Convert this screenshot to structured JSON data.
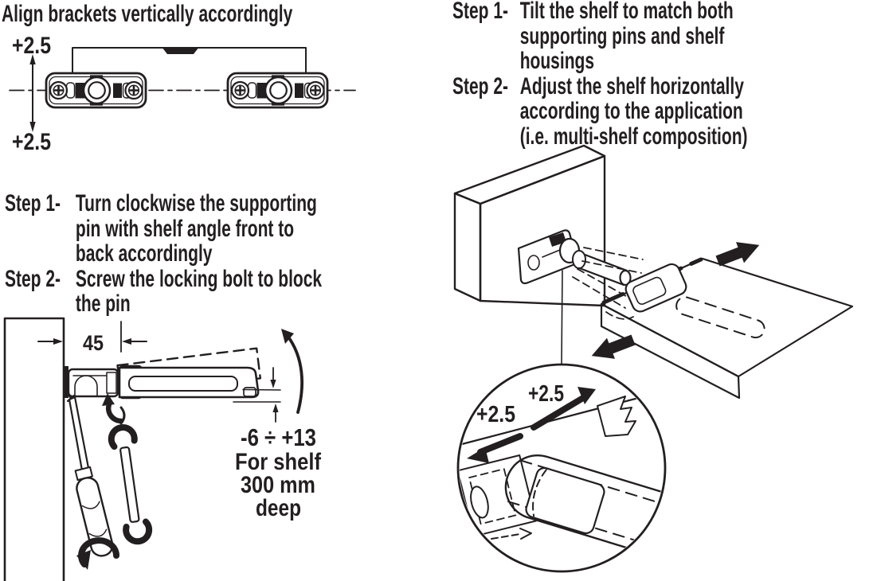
{
  "colors": {
    "ink": "#231f20",
    "wall_gray": "#d8d8d8",
    "wall_top_gray": "#eaeaea",
    "wall_side_gray": "#c9c9c9",
    "shelf_top_gray": "#ededed",
    "pin_gray": "#d9d9d9"
  },
  "left": {
    "heading": "Align brackets vertically accordingly",
    "align_diagram": {
      "tolerance_up": "+2.5",
      "tolerance_down": "+2.5"
    },
    "steps": [
      {
        "label": "Step 1-",
        "lines": [
          "Turn clockwise the supporting",
          "pin with shelf angle front to",
          "back accordingly"
        ]
      },
      {
        "label": "Step 2-",
        "lines": [
          "Screw the locking bolt to block",
          "the pin"
        ]
      }
    ],
    "side_diagram": {
      "wall_offset_dim": "45",
      "adjustment_range": "-6 ÷ +13",
      "note_lines": [
        "For shelf",
        "300 mm",
        "deep"
      ]
    }
  },
  "right": {
    "steps": [
      {
        "label": "Step 1-",
        "lines": [
          "Tilt the shelf to match both",
          "supporting pins and shelf",
          "housings"
        ]
      },
      {
        "label": "Step 2-",
        "lines": [
          "Adjust the shelf horizontally",
          "according to the application",
          "(i.e. multi-shelf composition)"
        ]
      }
    ],
    "detail_view": {
      "tolerance_left": "+2.5",
      "tolerance_right": "+2.5"
    }
  }
}
